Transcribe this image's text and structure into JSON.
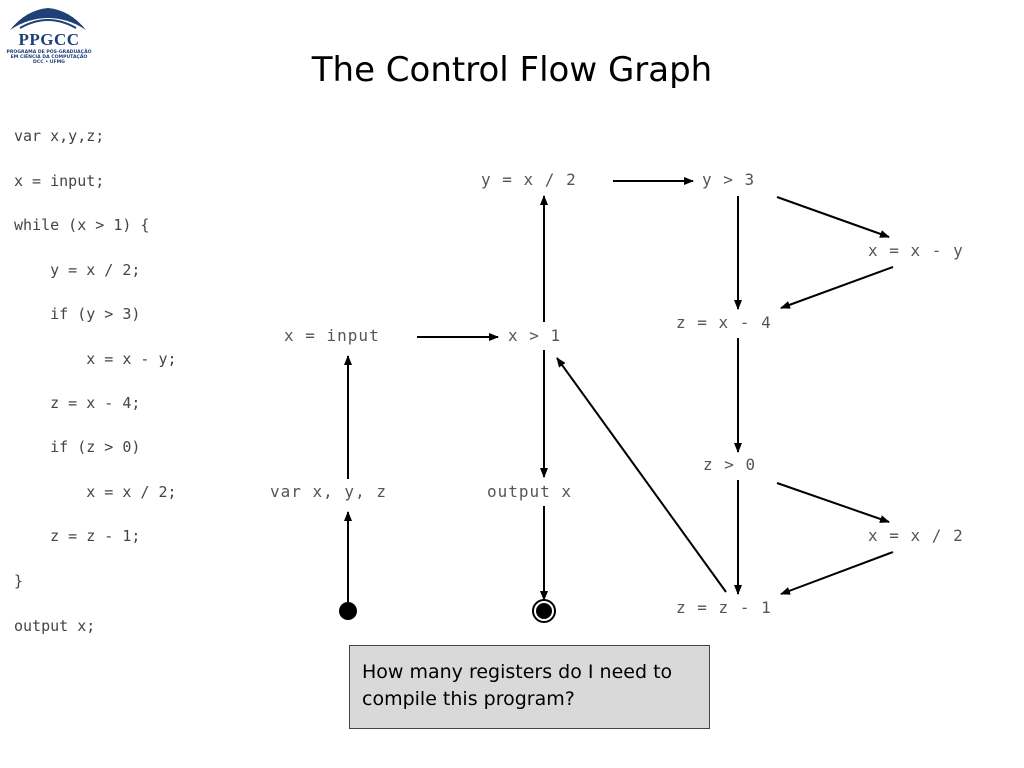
{
  "logo": {
    "text": "PPGCC",
    "subtitle_lines": [
      "PROGRAMA DE PÓS-GRADUAÇÃO",
      "EM CIÊNCIA DA COMPUTAÇÃO",
      "DCC • UFMG"
    ]
  },
  "title": "The Control Flow Graph",
  "code_lines": [
    "var x,y,z;",
    "x = input;",
    "while (x > 1) {",
    "    y = x / 2;",
    "    if (y > 3)",
    "        x = x - y;",
    "    z = x - 4;",
    "    if (z > 0)",
    "        x = x / 2;",
    "    z = z - 1;",
    "}",
    "output x;"
  ],
  "nodes": {
    "y_div": "y = x / 2",
    "y_gt3": "y > 3",
    "x_sub": "x = x - y",
    "x_input": "x = input",
    "x_gt1": "x > 1",
    "z_sub4": "z = x - 4",
    "z_gt0": "z > 0",
    "var_decl": "var x, y, z",
    "output": "output x",
    "x_div2": "x = x / 2",
    "z_dec": "z = z - 1"
  },
  "question": "How many registers do I need to compile this program?"
}
